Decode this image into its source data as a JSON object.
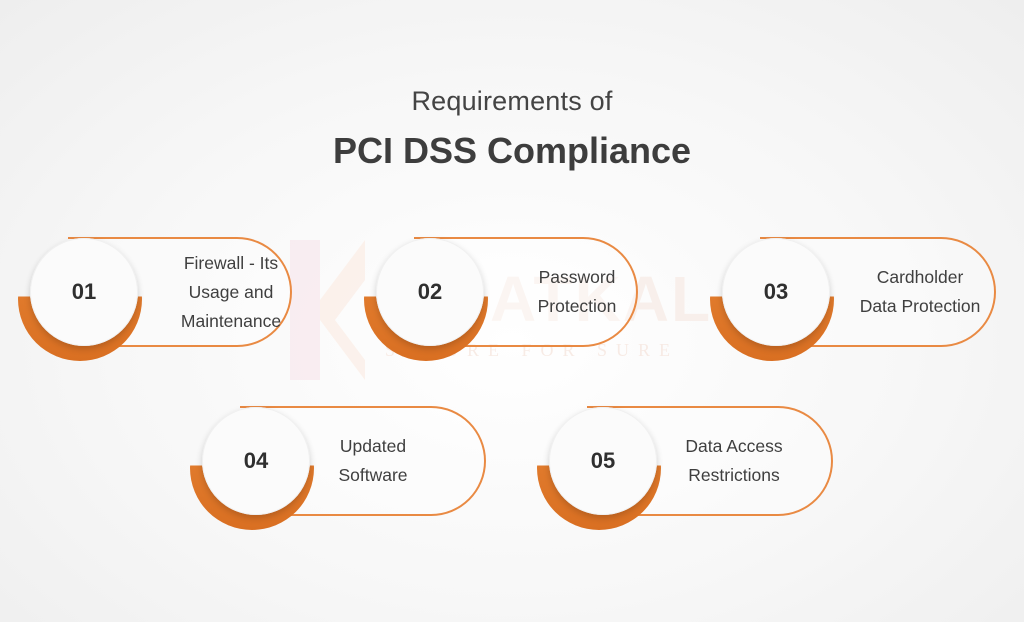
{
  "header": {
    "title_line1": "Requirements of",
    "title_line2": "PCI DSS Compliance"
  },
  "watermark": {
    "brand": "ATKAL",
    "tagline": "SECURE FOR SURE"
  },
  "colors": {
    "accent": "#e07a2c",
    "text": "#3d3d3d",
    "background": "#f7f7f7"
  },
  "requirements": [
    {
      "number": "01",
      "label": "Firewall - Its\nUsage and\nMaintenance"
    },
    {
      "number": "02",
      "label": "Password\nProtection"
    },
    {
      "number": "03",
      "label": "Cardholder\nData Protection"
    },
    {
      "number": "04",
      "label": "Updated\nSoftware"
    },
    {
      "number": "05",
      "label": "Data Access\nRestrictions"
    }
  ]
}
